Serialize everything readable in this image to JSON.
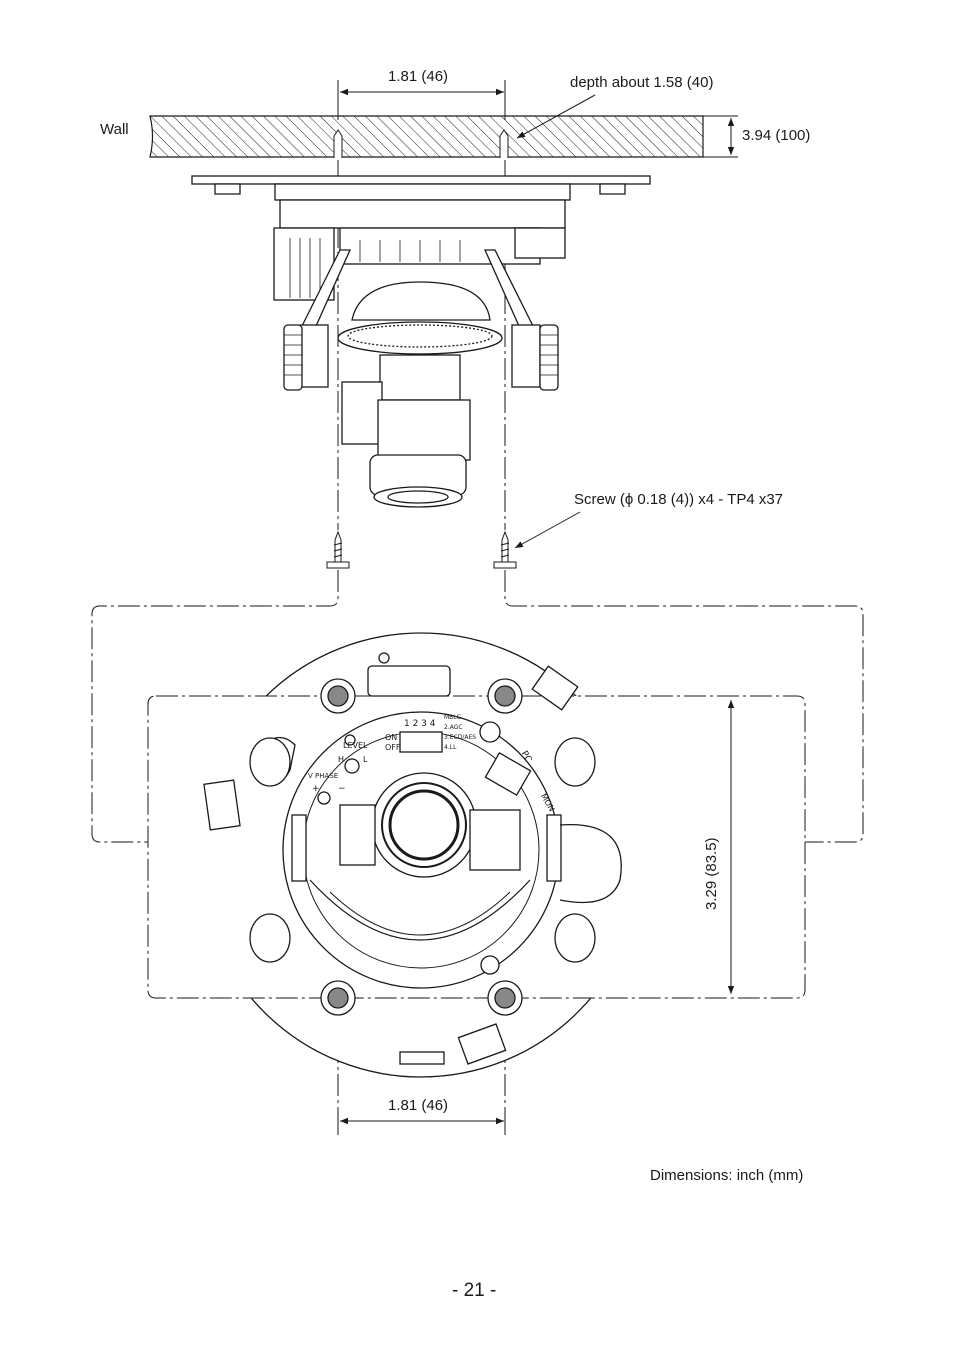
{
  "labels": {
    "wall": "Wall",
    "top_width": "1.81 (46)",
    "depth": "depth about 1.58 (40)",
    "wall_thickness": "3.94 (100)",
    "screw": "Screw (ϕ 0.18 (4)) x4 - TP4 x37",
    "vertical_spacing": "3.29 (83.5)",
    "bottom_width": "1.81 (46)",
    "units": "Dimensions: inch (mm)",
    "page_number": "- 21 -"
  },
  "board": {
    "switch_numbers": "1  2  3  4",
    "switch_on": "ON",
    "switch_off": "OFF",
    "switch_functions": [
      "MBLC",
      "2.AGC",
      "3.ECD/AES",
      "4.LL"
    ],
    "level": "LEVEL",
    "level_h": "H",
    "level_l": "L",
    "vphase": "V PHASE",
    "plus": "+",
    "minus": "−",
    "pc": "PC",
    "mon": "MON"
  }
}
